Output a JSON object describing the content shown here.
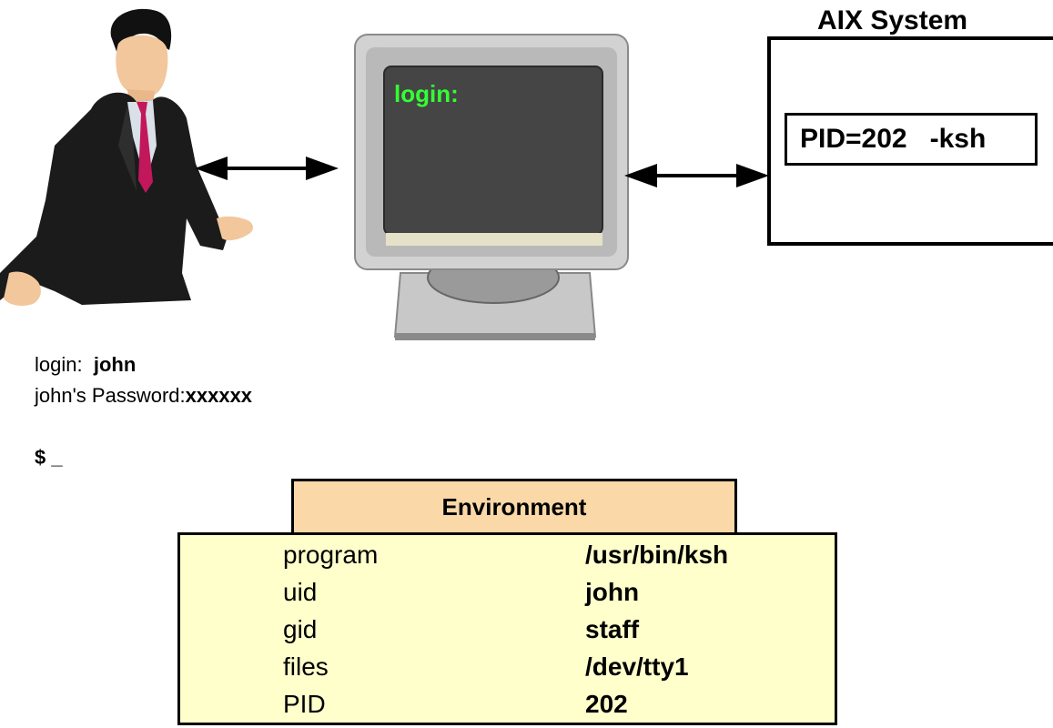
{
  "terminal": {
    "screen_prompt": "login:"
  },
  "aix": {
    "title": "AIX System",
    "process_pid": "PID=202",
    "process_name": "-ksh"
  },
  "console": {
    "login_label": "login:",
    "login_value": "john",
    "password_label": "john's Password:",
    "password_value": "xxxxxx",
    "prompt": "$ _"
  },
  "environment": {
    "title": "Environment",
    "rows": [
      {
        "key": "program",
        "value": "/usr/bin/ksh"
      },
      {
        "key": "uid",
        "value": "john"
      },
      {
        "key": "gid",
        "value": "staff"
      },
      {
        "key": "files",
        "value": "/dev/tty1"
      },
      {
        "key": "PID",
        "value": "202"
      }
    ]
  },
  "colors": {
    "screen_text": "#33ff33",
    "screen_bg": "#454545",
    "env_header_bg": "#fbd8a8",
    "env_table_bg": "#ffffcc",
    "tie": "#c2185b"
  },
  "icons": [
    "user-figure-icon",
    "computer-terminal-icon",
    "double-arrow-icon"
  ]
}
